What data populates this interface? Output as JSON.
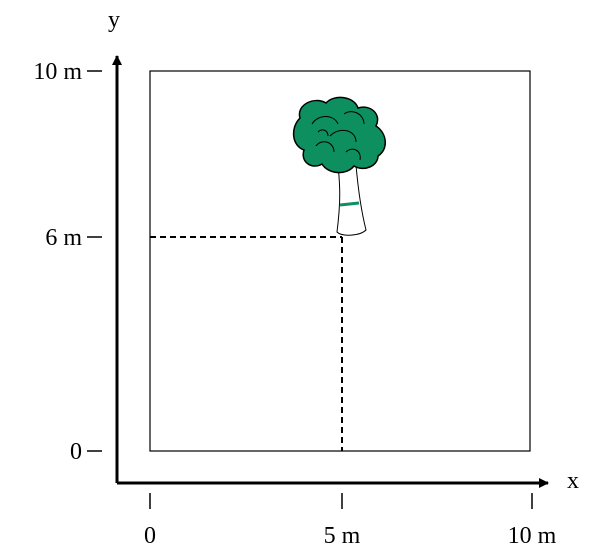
{
  "axes": {
    "x_label": "x",
    "y_label": "y",
    "x_ticks": [
      "0",
      "5 m",
      "10 m"
    ],
    "y_ticks": [
      "0",
      "6 m",
      "10 m"
    ]
  },
  "tree_point": {
    "x": 5,
    "y": 6
  },
  "colors": {
    "foliage": "#0e8f5f",
    "trunk_band": "#0e8f5f",
    "line": "#000000"
  },
  "icons": [
    "tree-icon"
  ]
}
